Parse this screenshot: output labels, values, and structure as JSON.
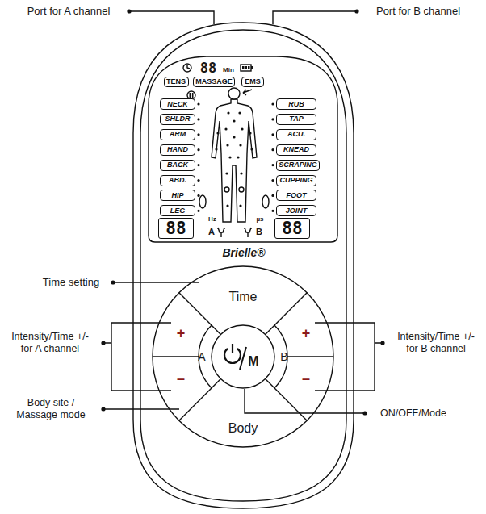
{
  "diagram": {
    "nodes": [
      {
        "text": [
          "TENS"
        ]
      },
      {
        "text": [
          "MASSAGE"
        ]
      },
      {
        "text": [
          "EMS"
        ]
      },
      {
        "text": [
          "NECK"
        ]
      },
      {
        "text": [
          "RUB"
        ]
      },
      {
        "text": [
          "SHLDR"
        ]
      },
      {
        "text": [
          "TAP"
        ]
      },
      {
        "text": [
          "ARM"
        ]
      },
      {
        "text": [
          "ACU."
        ]
      },
      {
        "text": [
          "HAND"
        ]
      },
      {
        "text": [
          "KNEAD"
        ]
      },
      {
        "text": [
          "BACK"
        ]
      },
      {
        "text": [
          "SCRAPING"
        ]
      },
      {
        "text": [
          "ABD."
        ]
      },
      {
        "text": [
          "CUPPING"
        ]
      },
      {
        "text": [
          "HIP"
        ]
      },
      {
        "text": [
          "FOOT"
        ]
      },
      {
        "text": [
          "LEG"
        ]
      },
      {
        "text": [
          "JOINT"
        ]
      },
      {
        "text": [
          "88"
        ]
      },
      {
        "text": [
          "88"
        ]
      }
    ],
    "labels": [
      "Port for A channel",
      "Port for B channel",
      "88",
      "Min",
      "Hz",
      "µs",
      "A",
      "B",
      "Brielle®",
      "Time setting",
      "Time",
      "+",
      "Intensity/Time +/- for A channel",
      "Intensity/Time +/- for B channel",
      "+",
      "A",
      "M",
      "B",
      "–",
      "–",
      "Body",
      "Body site / Massage mode",
      "ON/OFF/Mode"
    ]
  }
}
